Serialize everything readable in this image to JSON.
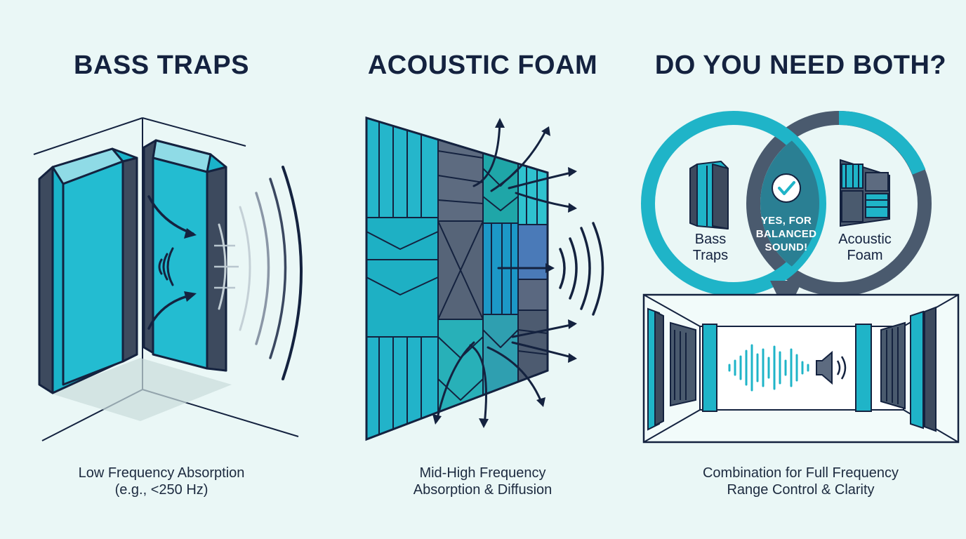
{
  "panels": [
    {
      "title": "BASS TRAPS",
      "caption": [
        "Low Frequency Absorption",
        "(e.g., <250 Hz)"
      ]
    },
    {
      "title": "ACOUSTIC FOAM",
      "caption": [
        "Mid-High Frequency",
        "Absorption & Diffusion"
      ]
    },
    {
      "title": "DO YOU NEED BOTH?",
      "caption": [
        "Combination for Full Frequency",
        "Range Control & Clarity"
      ],
      "venn": {
        "left_label": [
          "Bass",
          "Traps"
        ],
        "right_label": [
          "Acoustic",
          "Foam"
        ],
        "overlap_label": [
          "YES, FOR",
          "BALANCED",
          "SOUND!"
        ]
      }
    }
  ],
  "icons": {
    "check": "check-icon",
    "speaker": "speaker-icon",
    "sound_wave": "sound-wave-icon",
    "arrow": "arrow-icon"
  },
  "colors": {
    "background": "#eaf7f6",
    "teal": "#1fb4c8",
    "dark_navy": "#14223f",
    "slate": "#4a5a6e",
    "overlap": "#2a7f93"
  }
}
